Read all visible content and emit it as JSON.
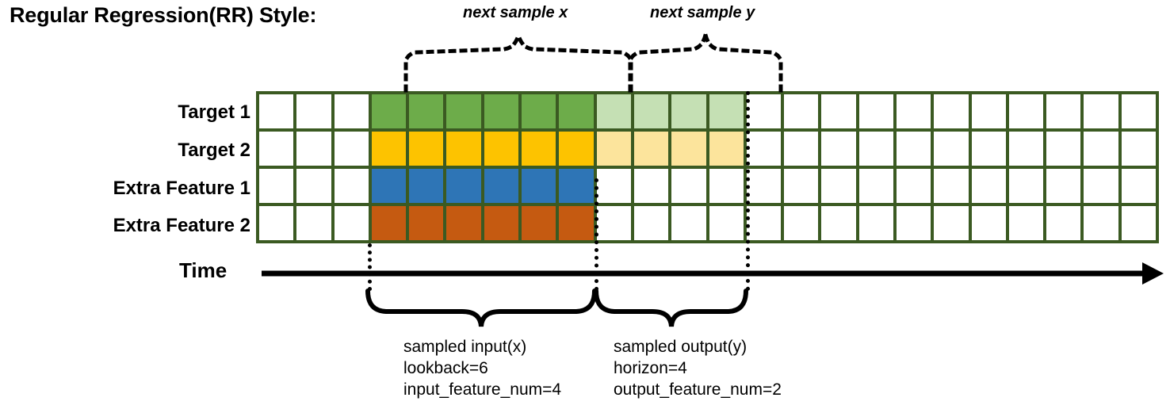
{
  "title": "Regular Regression(RR) Style:",
  "row_labels": [
    {
      "label": "Target 1"
    },
    {
      "label": "Target 2"
    },
    {
      "label": "Extra Feature 1"
    },
    {
      "label": "Extra Feature 2"
    }
  ],
  "axis": {
    "time_label": "Time",
    "arrow_direction": "right"
  },
  "top_braces": [
    {
      "caption": "next sample x"
    },
    {
      "caption": "next sample y"
    }
  ],
  "bottom_notes": [
    {
      "name": "sampled-input",
      "lines": [
        "sampled input(x)",
        "lookback=6",
        "input_feature_num=4"
      ]
    },
    {
      "name": "sampled-output",
      "lines": [
        "sampled output(y)",
        "horizon=4",
        "output_feature_num=2"
      ]
    }
  ],
  "colors": {
    "grid_border": "#3B5A22",
    "target1_input": "#6DAC4A",
    "target1_output": "#C5E0B4",
    "target2_input": "#FDC300",
    "target2_output": "#FCE49C",
    "extra1_input": "#2E75B6",
    "extra2_input": "#C55A11",
    "empty": "#FFFFFF"
  },
  "grid": {
    "columns": 24,
    "rows": 4,
    "lookback": 6,
    "horizon": 4,
    "lead_empty_columns": 3,
    "cells": [
      [
        "c-white",
        "c-white",
        "c-white",
        "c-green",
        "c-green",
        "c-green",
        "c-green",
        "c-green",
        "c-green",
        "c-lgreen",
        "c-lgreen",
        "c-lgreen",
        "c-lgreen",
        "c-white",
        "c-white",
        "c-white",
        "c-white",
        "c-white",
        "c-white",
        "c-white",
        "c-white",
        "c-white",
        "c-white",
        "c-white"
      ],
      [
        "c-white",
        "c-white",
        "c-white",
        "c-amber",
        "c-amber",
        "c-amber",
        "c-amber",
        "c-amber",
        "c-amber",
        "c-lamber",
        "c-lamber",
        "c-lamber",
        "c-lamber",
        "c-white",
        "c-white",
        "c-white",
        "c-white",
        "c-white",
        "c-white",
        "c-white",
        "c-white",
        "c-white",
        "c-white",
        "c-white"
      ],
      [
        "c-white",
        "c-white",
        "c-white",
        "c-blue",
        "c-blue",
        "c-blue",
        "c-blue",
        "c-blue",
        "c-blue",
        "c-white",
        "c-white",
        "c-white",
        "c-white",
        "c-white",
        "c-white",
        "c-white",
        "c-white",
        "c-white",
        "c-white",
        "c-white",
        "c-white",
        "c-white",
        "c-white",
        "c-white"
      ],
      [
        "c-white",
        "c-white",
        "c-white",
        "c-orange",
        "c-orange",
        "c-orange",
        "c-orange",
        "c-orange",
        "c-orange",
        "c-white",
        "c-white",
        "c-white",
        "c-white",
        "c-white",
        "c-white",
        "c-white",
        "c-white",
        "c-white",
        "c-white",
        "c-white",
        "c-white",
        "c-white",
        "c-white",
        "c-white"
      ]
    ]
  }
}
